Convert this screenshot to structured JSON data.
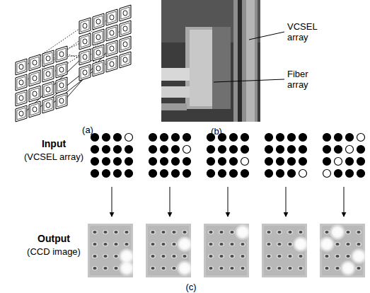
{
  "diagram": {
    "labels": [
      "(a)",
      "(b)",
      "VCSEL array",
      "Fiber array",
      "Input",
      "(VCSEL array)",
      "Output",
      "(CCD image)",
      "(c)"
    ]
  }
}
